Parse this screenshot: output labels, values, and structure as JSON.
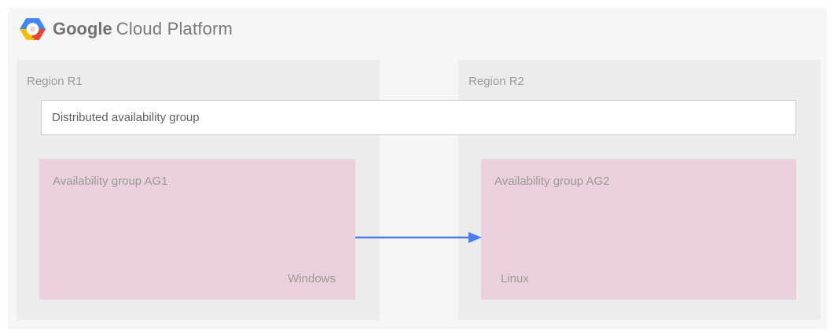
{
  "header": {
    "logo": "google-cloud-platform-hexagon-logo",
    "brand": {
      "google": "Google",
      "rest": "Cloud Platform"
    }
  },
  "diagram": {
    "regions": [
      {
        "label": "Region R1"
      },
      {
        "label": "Region R2"
      }
    ],
    "distributed_group": {
      "label": "Distributed availability group"
    },
    "availability_groups": [
      {
        "label": "Availability group AG1",
        "os": "Windows"
      },
      {
        "label": "Availability group AG2",
        "os": "Linux"
      }
    ],
    "arrow": "replication-arrow-left-to-right"
  },
  "colors": {
    "canvas_bg": "#f5f6f6",
    "region_bg": "#ececec",
    "group_bg": "#ead1dd",
    "arrow_blue": "#4c7de8",
    "label_gray": "#9b9b9b",
    "dark_text": "#5f5f5f",
    "brand_gray": "#737373",
    "box_border": "#cbcbcb",
    "logo_blue": "#4285f4",
    "logo_red": "#ea4335",
    "logo_yellow": "#fbbc05"
  }
}
